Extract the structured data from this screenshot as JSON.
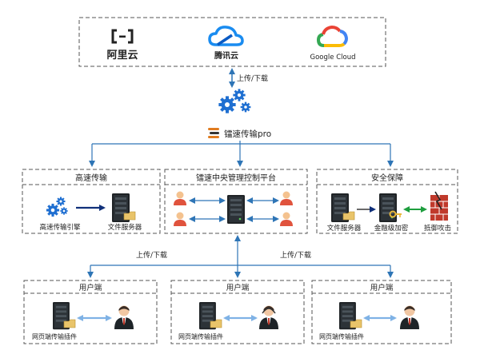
{
  "cloud_providers": {
    "aliyun": "阿里云",
    "tencent": "腾讯云",
    "google": "Google Cloud"
  },
  "links": {
    "top_updown": "上传/下载",
    "left_updown": "上传/下载",
    "right_updown": "上传/下载"
  },
  "core": {
    "name": "镭速传输pro",
    "icon": "gears-icon"
  },
  "panels": {
    "speed": {
      "title": "高速传输",
      "engine_label": "高速传输引擎",
      "server_label": "文件服务器"
    },
    "central": {
      "title": "镭速中央管理控制平台"
    },
    "security": {
      "title": "安全保障",
      "server_label": "文件服务器",
      "encryption_label": "金融级加密",
      "defense_label": "抵御攻击"
    }
  },
  "clients": [
    {
      "title": "用户端",
      "plugin_label": "网页端传输插件"
    },
    {
      "title": "用户端",
      "plugin_label": "网页端传输插件"
    },
    {
      "title": "用户端",
      "plugin_label": "网页端传输插件"
    }
  ],
  "colors": {
    "connector": "#2e75b6",
    "server_dark": "#1f2326",
    "gear_blue": "#1f6fd1",
    "firewall_red": "#c0392b",
    "green_arrow": "#1e9e3e",
    "dashed_border": "#555555"
  }
}
